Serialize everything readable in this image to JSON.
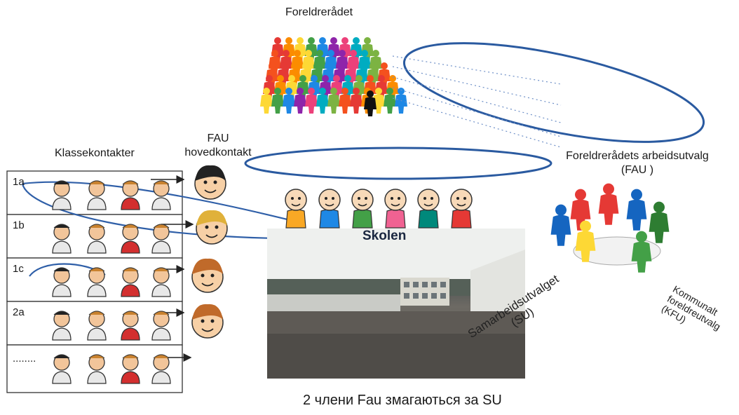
{
  "labels": {
    "foreldreradet": "Foreldrerådet",
    "klassekontakter": "Klassekontakter",
    "fau_hovedkontakt_line1": "FAU",
    "fau_hovedkontakt_line2": "hovedkontakt",
    "arbeidsutvalg_line1": "Foreldrerådets arbeidsutvalg",
    "arbeidsutvalg_line2": "(FAU )",
    "skolen": "Skolen",
    "samarbeidsutvalget_line1": "Samarbeidsutvalget",
    "samarbeidsutvalget_line2": "(SU)",
    "kfu_line1": "Kommunalt",
    "kfu_line2": "foreldreutvalg",
    "kfu_line3": "(KFU)"
  },
  "class_rows": [
    "1a",
    "1b",
    "1c",
    "2a",
    "........"
  ],
  "caption": "2 члени Fau змагаються за SU",
  "colors": {
    "arrow": "#2f5fa8",
    "ellipse": "#2a5aa0",
    "row_border": "#333333"
  }
}
